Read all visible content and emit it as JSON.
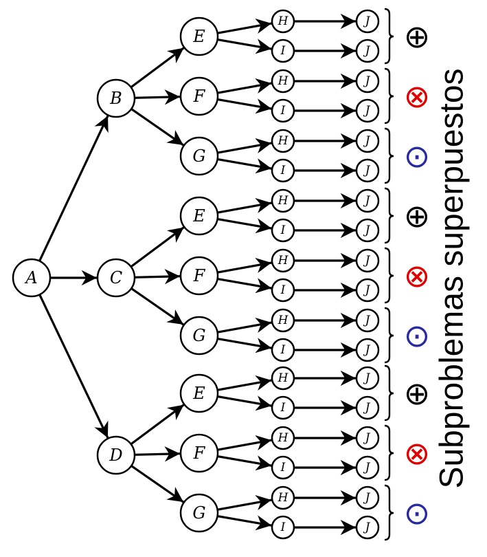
{
  "diagram": {
    "vertical_label": "Subproblemas superpuestos",
    "root": "A",
    "level1": [
      "B",
      "C",
      "D"
    ],
    "level2": [
      "E",
      "F",
      "G"
    ],
    "level3": [
      "H",
      "I"
    ],
    "leaf": "J",
    "group_symbols": [
      {
        "name": "oplus-symbol",
        "glyph": "⊕",
        "color": "#000000"
      },
      {
        "name": "otimes-symbol",
        "glyph": "⊗",
        "color": "#e00000"
      },
      {
        "name": "odot-symbol",
        "glyph": "⊙",
        "color": "#2a2aa0"
      }
    ],
    "line_color": "#000000",
    "node_fill": "#ffffff"
  }
}
